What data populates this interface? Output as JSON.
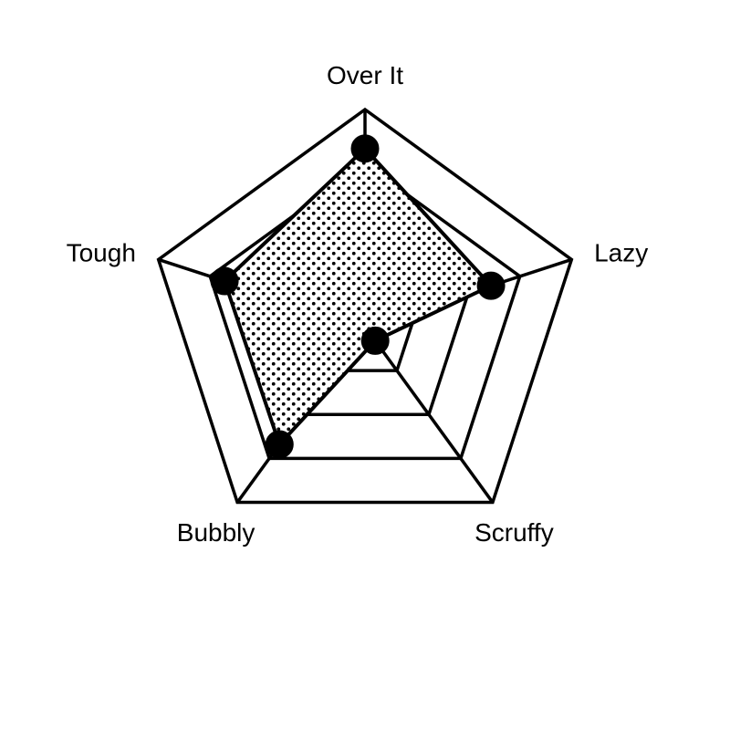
{
  "chart_data": {
    "type": "radar",
    "axes": [
      "Over It",
      "Lazy",
      "Scruffy",
      "Bubbly",
      "Tough"
    ],
    "series": [
      {
        "values": [
          0.82,
          0.61,
          0.08,
          0.67,
          0.68
        ]
      }
    ],
    "range": [
      0,
      1
    ],
    "grid_levels": [
      0.25,
      0.5,
      0.75,
      1.0
    ],
    "grid": true,
    "fill_pattern": "dots",
    "colors": {
      "stroke": "#000000",
      "fill": "#ffffff",
      "dots": "#000000"
    }
  }
}
